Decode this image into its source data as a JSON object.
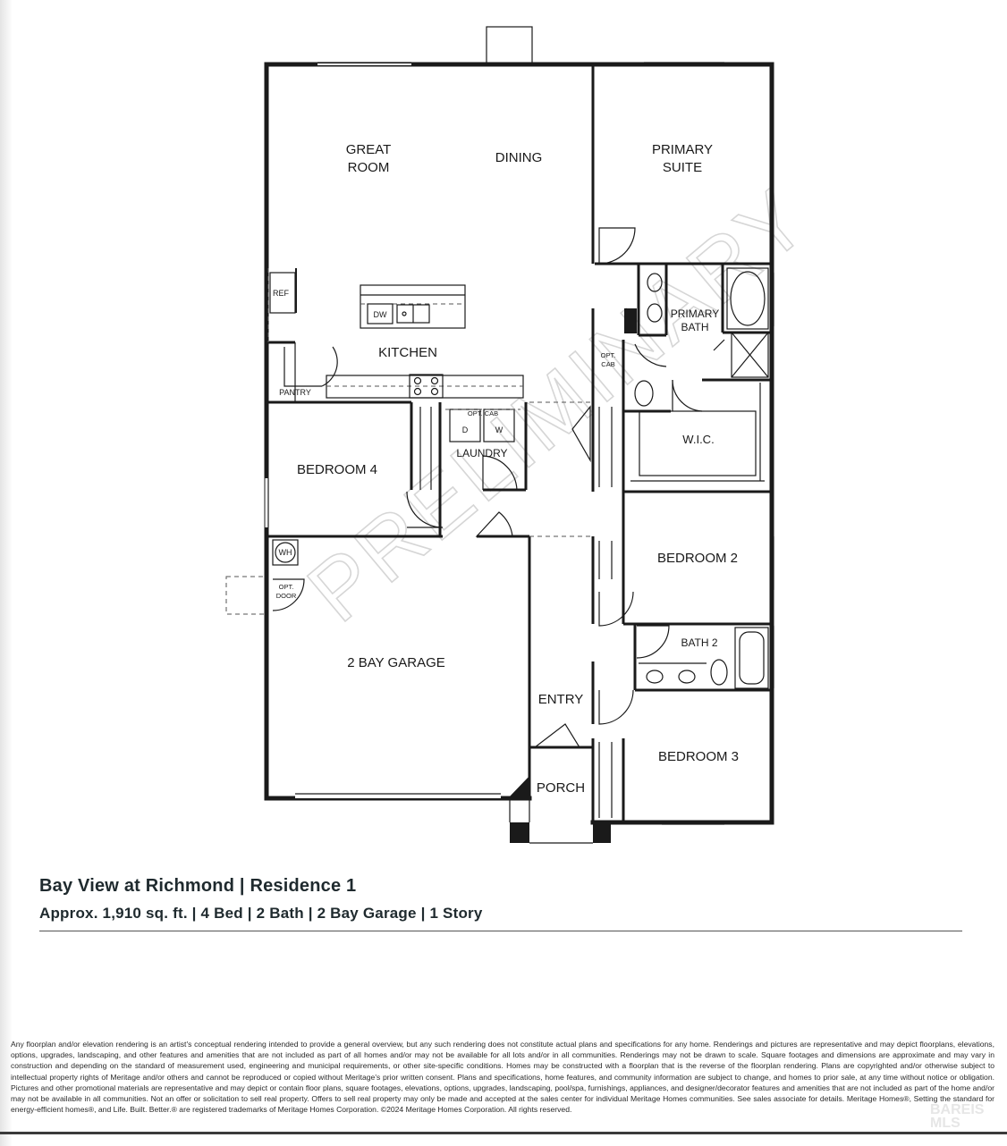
{
  "watermark": "PRELIMINARY",
  "rooms": {
    "great_room": [
      "GREAT",
      "ROOM"
    ],
    "dining": "DINING",
    "primary_suite": [
      "PRIMARY",
      "SUITE"
    ],
    "kitchen": "KITCHEN",
    "pantry": "PANTRY",
    "ref": "REF",
    "dw": "DW",
    "primary_bath": [
      "PRIMARY",
      "BATH"
    ],
    "opt_cab_hall": [
      "OPT.",
      "CAB"
    ],
    "wic": "W.I.C.",
    "opt_cab_laundry": "OPT. CAB",
    "dryer": "D",
    "washer": "W",
    "laundry": "LAUNDRY",
    "bedroom_4": "BEDROOM 4",
    "bedroom_2": "BEDROOM 2",
    "wh": "WH",
    "opt_door": [
      "OPT.",
      "DOOR"
    ],
    "bath_2": "BATH 2",
    "garage": "2 BAY GARAGE",
    "entry": "ENTRY",
    "bedroom_3": "BEDROOM 3",
    "porch": "PORCH"
  },
  "title": "Bay View at Richmond | Residence 1",
  "subtitle": "Approx. 1,910 sq. ft. | 4 Bed | 2 Bath | 2 Bay Garage | 1 Story",
  "disclaimer": "Any floorplan and/or elevation rendering is an artist's conceptual rendering intended to provide a general overview, but any such rendering does not constitute actual plans and specifications for any home. Renderings and pictures are representative and may depict floorplans, elevations, options, upgrades, landscaping, and other features and amenities that are not included as part of all homes and/or may not be available for all lots and/or in all communities. Renderings may not be drawn to scale. Square footages and dimensions are approximate and may vary in construction and depending on the standard of measurement used, engineering and municipal requirements, or other site-specific conditions. Homes may be constructed with a floorplan that is the reverse of the floorplan rendering. Plans are copyrighted and/or otherwise subject to intellectual property rights of Meritage and/or others and cannot be reproduced or copied without Meritage's prior written consent. Plans and specifications, home features, and community information are subject to change, and homes to prior sale, at any time without notice or obligation. Pictures and other promotional materials are representative and may depict or contain floor plans, square footages, elevations, options, upgrades, landscaping, pool/spa, furnishings, appliances, and designer/decorator features and amenities that are not included as part of the home and/or may not be available in all communities. Not an offer or solicitation to sell real property. Offers to sell real property may only be made and accepted at the sales center for individual Meritage Homes communities. See sales associate for details. Meritage Homes®, Setting the standard for energy-efficient homes®, and Life. Built. Better.® are registered trademarks of Meritage Homes Corporation. ©2024 Meritage Homes Corporation. All rights reserved.",
  "mls_mark": [
    "BAREIS",
    "MLS"
  ]
}
